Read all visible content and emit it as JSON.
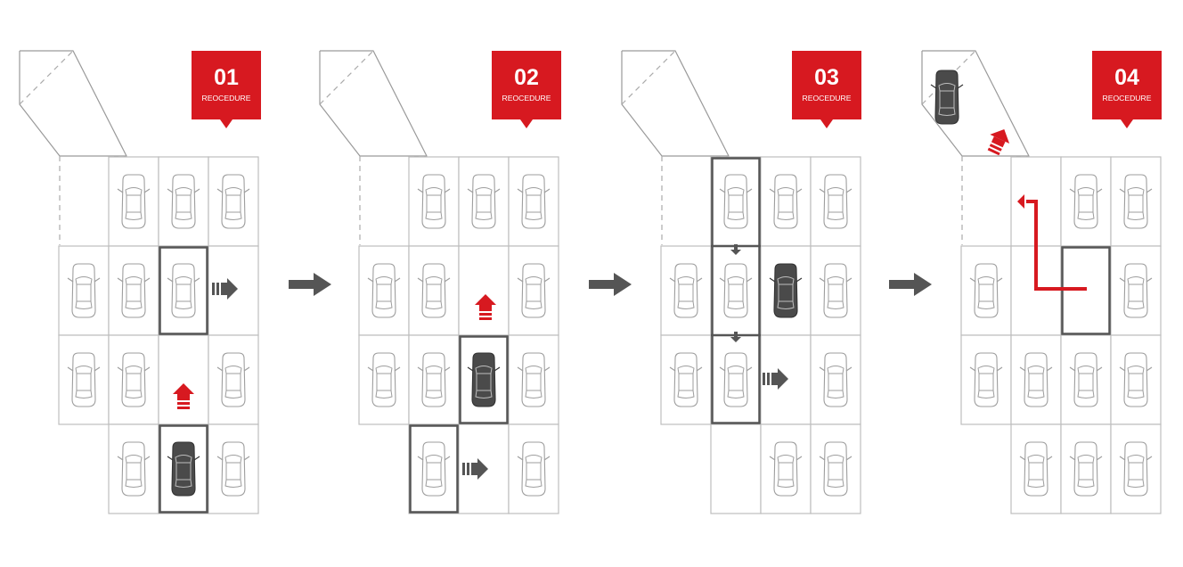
{
  "steps": [
    {
      "number": "01",
      "label": "REOCEDURE"
    },
    {
      "number": "02",
      "label": "REOCEDURE"
    },
    {
      "number": "03",
      "label": "REOCEDURE"
    },
    {
      "number": "04",
      "label": "REOCEDURE"
    }
  ],
  "colors": {
    "accent": "#d71920",
    "dark_car": "#4a4a4a",
    "arrow_gray": "#555555",
    "grid_line": "#bdbdbd"
  },
  "icons": [
    "car-icon",
    "arrow-right-icon",
    "arrow-up-icon",
    "arrow-down-icon",
    "red-path-arrow-icon"
  ]
}
